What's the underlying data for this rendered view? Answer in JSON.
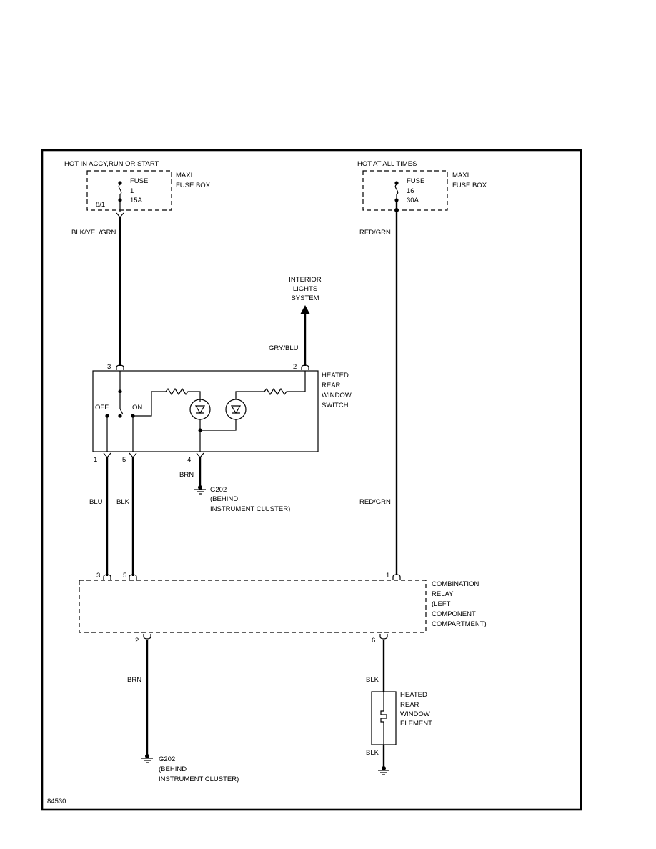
{
  "diagram_id": "84530",
  "power_sources": {
    "left": {
      "header": "HOT IN ACCY,RUN OR START",
      "fuse": [
        "FUSE",
        "1",
        "15A"
      ],
      "box": [
        "MAXI",
        "FUSE BOX"
      ],
      "terminal": "8/1",
      "wire": "BLK/YEL/GRN"
    },
    "right": {
      "header": "HOT AT ALL TIMES",
      "fuse": [
        "FUSE",
        "16",
        "30A"
      ],
      "box": [
        "MAXI",
        "FUSE BOX"
      ],
      "wire": "RED/GRN"
    }
  },
  "interior_lights": {
    "label": [
      "INTERIOR",
      "LIGHTS",
      "SYSTEM"
    ],
    "wire": "GRY/BLU"
  },
  "switch": {
    "label": [
      "HEATED",
      "REAR",
      "WINDOW",
      "SWITCH"
    ],
    "off_label": "OFF",
    "on_label": "ON",
    "pins": {
      "p1": "1",
      "p2": "2",
      "p3": "3",
      "p4": "4",
      "p5": "5"
    },
    "ground_wire": "BRN",
    "ground": [
      "G202",
      "(BEHIND",
      "INSTRUMENT CLUSTER)"
    ]
  },
  "wires_mid": {
    "blu": "BLU",
    "blk": "BLK",
    "red_grn": "RED/GRN"
  },
  "relay": {
    "label": [
      "COMBINATION",
      "RELAY",
      "(LEFT",
      "COMPONENT",
      "COMPARTMENT)"
    ],
    "pins": {
      "p1": "1",
      "p2": "2",
      "p3": "3",
      "p5": "5",
      "p6": "6"
    }
  },
  "bottom_ground": {
    "wire": "BRN",
    "label": [
      "G202",
      "(BEHIND",
      "INSTRUMENT CLUSTER)"
    ]
  },
  "element": {
    "label": [
      "HEATED",
      "REAR",
      "WINDOW",
      "ELEMENT"
    ],
    "wire_top": "BLK",
    "wire_bottom": "BLK"
  }
}
